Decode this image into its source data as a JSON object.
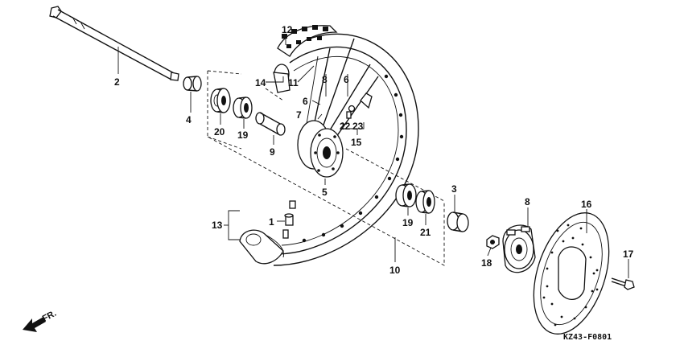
{
  "diagram": {
    "labels": [
      {
        "id": "n1",
        "text": "1"
      },
      {
        "id": "n2",
        "text": "2"
      },
      {
        "id": "n3",
        "text": "3"
      },
      {
        "id": "n4",
        "text": "4"
      },
      {
        "id": "n5",
        "text": "5"
      },
      {
        "id": "n6a",
        "text": "6"
      },
      {
        "id": "n6b",
        "text": "6"
      },
      {
        "id": "n7",
        "text": "7"
      },
      {
        "id": "n8a",
        "text": "8"
      },
      {
        "id": "n8b",
        "text": "8"
      },
      {
        "id": "n9",
        "text": "9"
      },
      {
        "id": "n10",
        "text": "10"
      },
      {
        "id": "n11",
        "text": "11"
      },
      {
        "id": "n12",
        "text": "12"
      },
      {
        "id": "n13",
        "text": "13"
      },
      {
        "id": "n14",
        "text": "14"
      },
      {
        "id": "n15",
        "text": "15"
      },
      {
        "id": "n16",
        "text": "16"
      },
      {
        "id": "n17",
        "text": "17"
      },
      {
        "id": "n18",
        "text": "18"
      },
      {
        "id": "n19a",
        "text": "19"
      },
      {
        "id": "n19b",
        "text": "19"
      },
      {
        "id": "n20",
        "text": "20"
      },
      {
        "id": "n21",
        "text": "21"
      },
      {
        "id": "n22",
        "text": "22"
      },
      {
        "id": "n23",
        "text": "23"
      }
    ],
    "drawing_code": "KZ43-F0801",
    "direction_label": "FR."
  }
}
